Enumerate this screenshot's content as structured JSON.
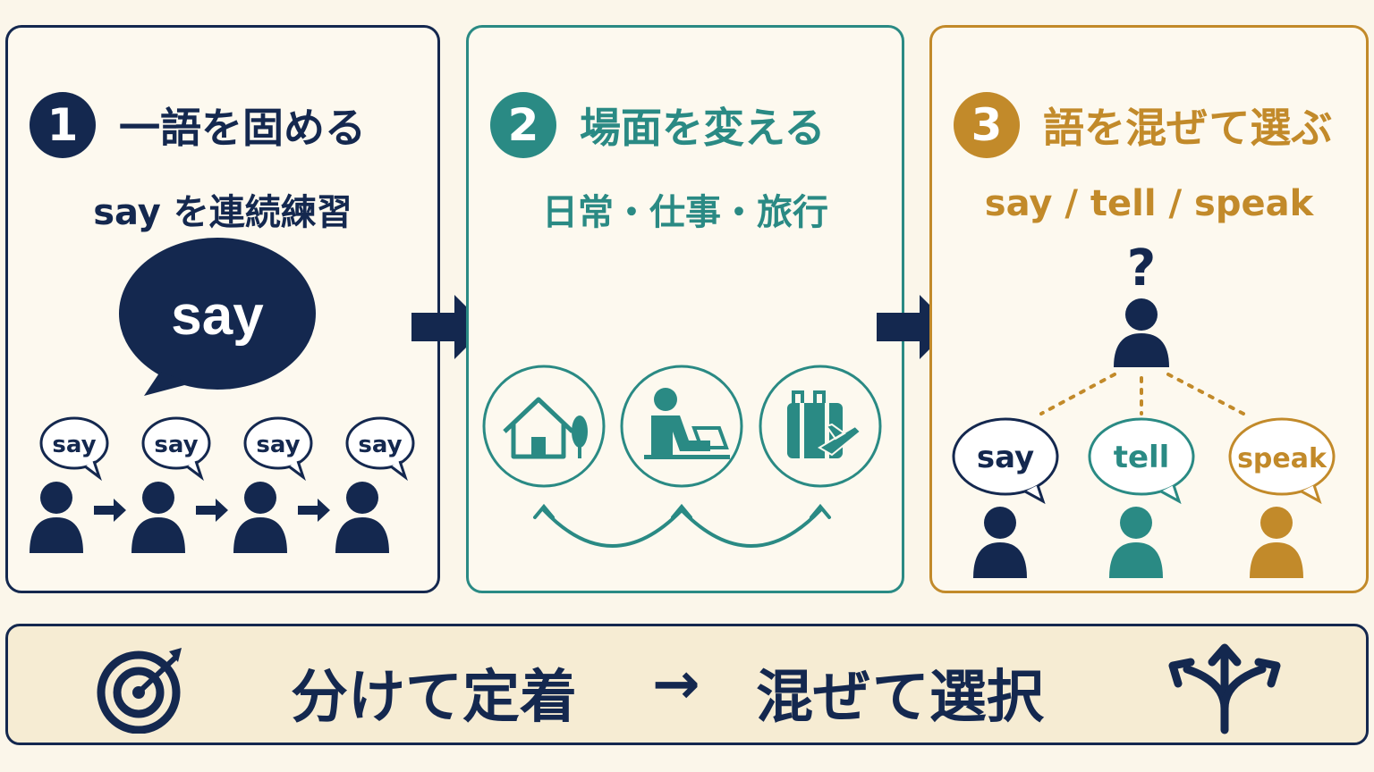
{
  "colors": {
    "navy": "#14284f",
    "teal": "#2a8a84",
    "gold": "#c28a2a",
    "background": "#fbf6ea"
  },
  "steps": [
    {
      "number": "1",
      "title": "一語を固める",
      "subtitle": "say を連続練習",
      "bubble_word": "say",
      "small_bubbles": [
        "say",
        "say",
        "say",
        "say"
      ]
    },
    {
      "number": "2",
      "title": "場面を変える",
      "subtitle": "日常・仕事・旅行",
      "scene_icons": [
        "house-icon",
        "laptop-worker-icon",
        "luggage-plane-icon"
      ]
    },
    {
      "number": "3",
      "title": "語を混ぜて選ぶ",
      "subtitle": "say / tell / speak",
      "question_mark": "?",
      "choices": [
        "say",
        "tell",
        "speak"
      ]
    }
  ],
  "banner": {
    "left_text": "分けて定着",
    "arrow": "→",
    "right_text": "混ぜて選択",
    "left_icon": "target-icon",
    "right_icon": "branching-arrows-icon"
  }
}
